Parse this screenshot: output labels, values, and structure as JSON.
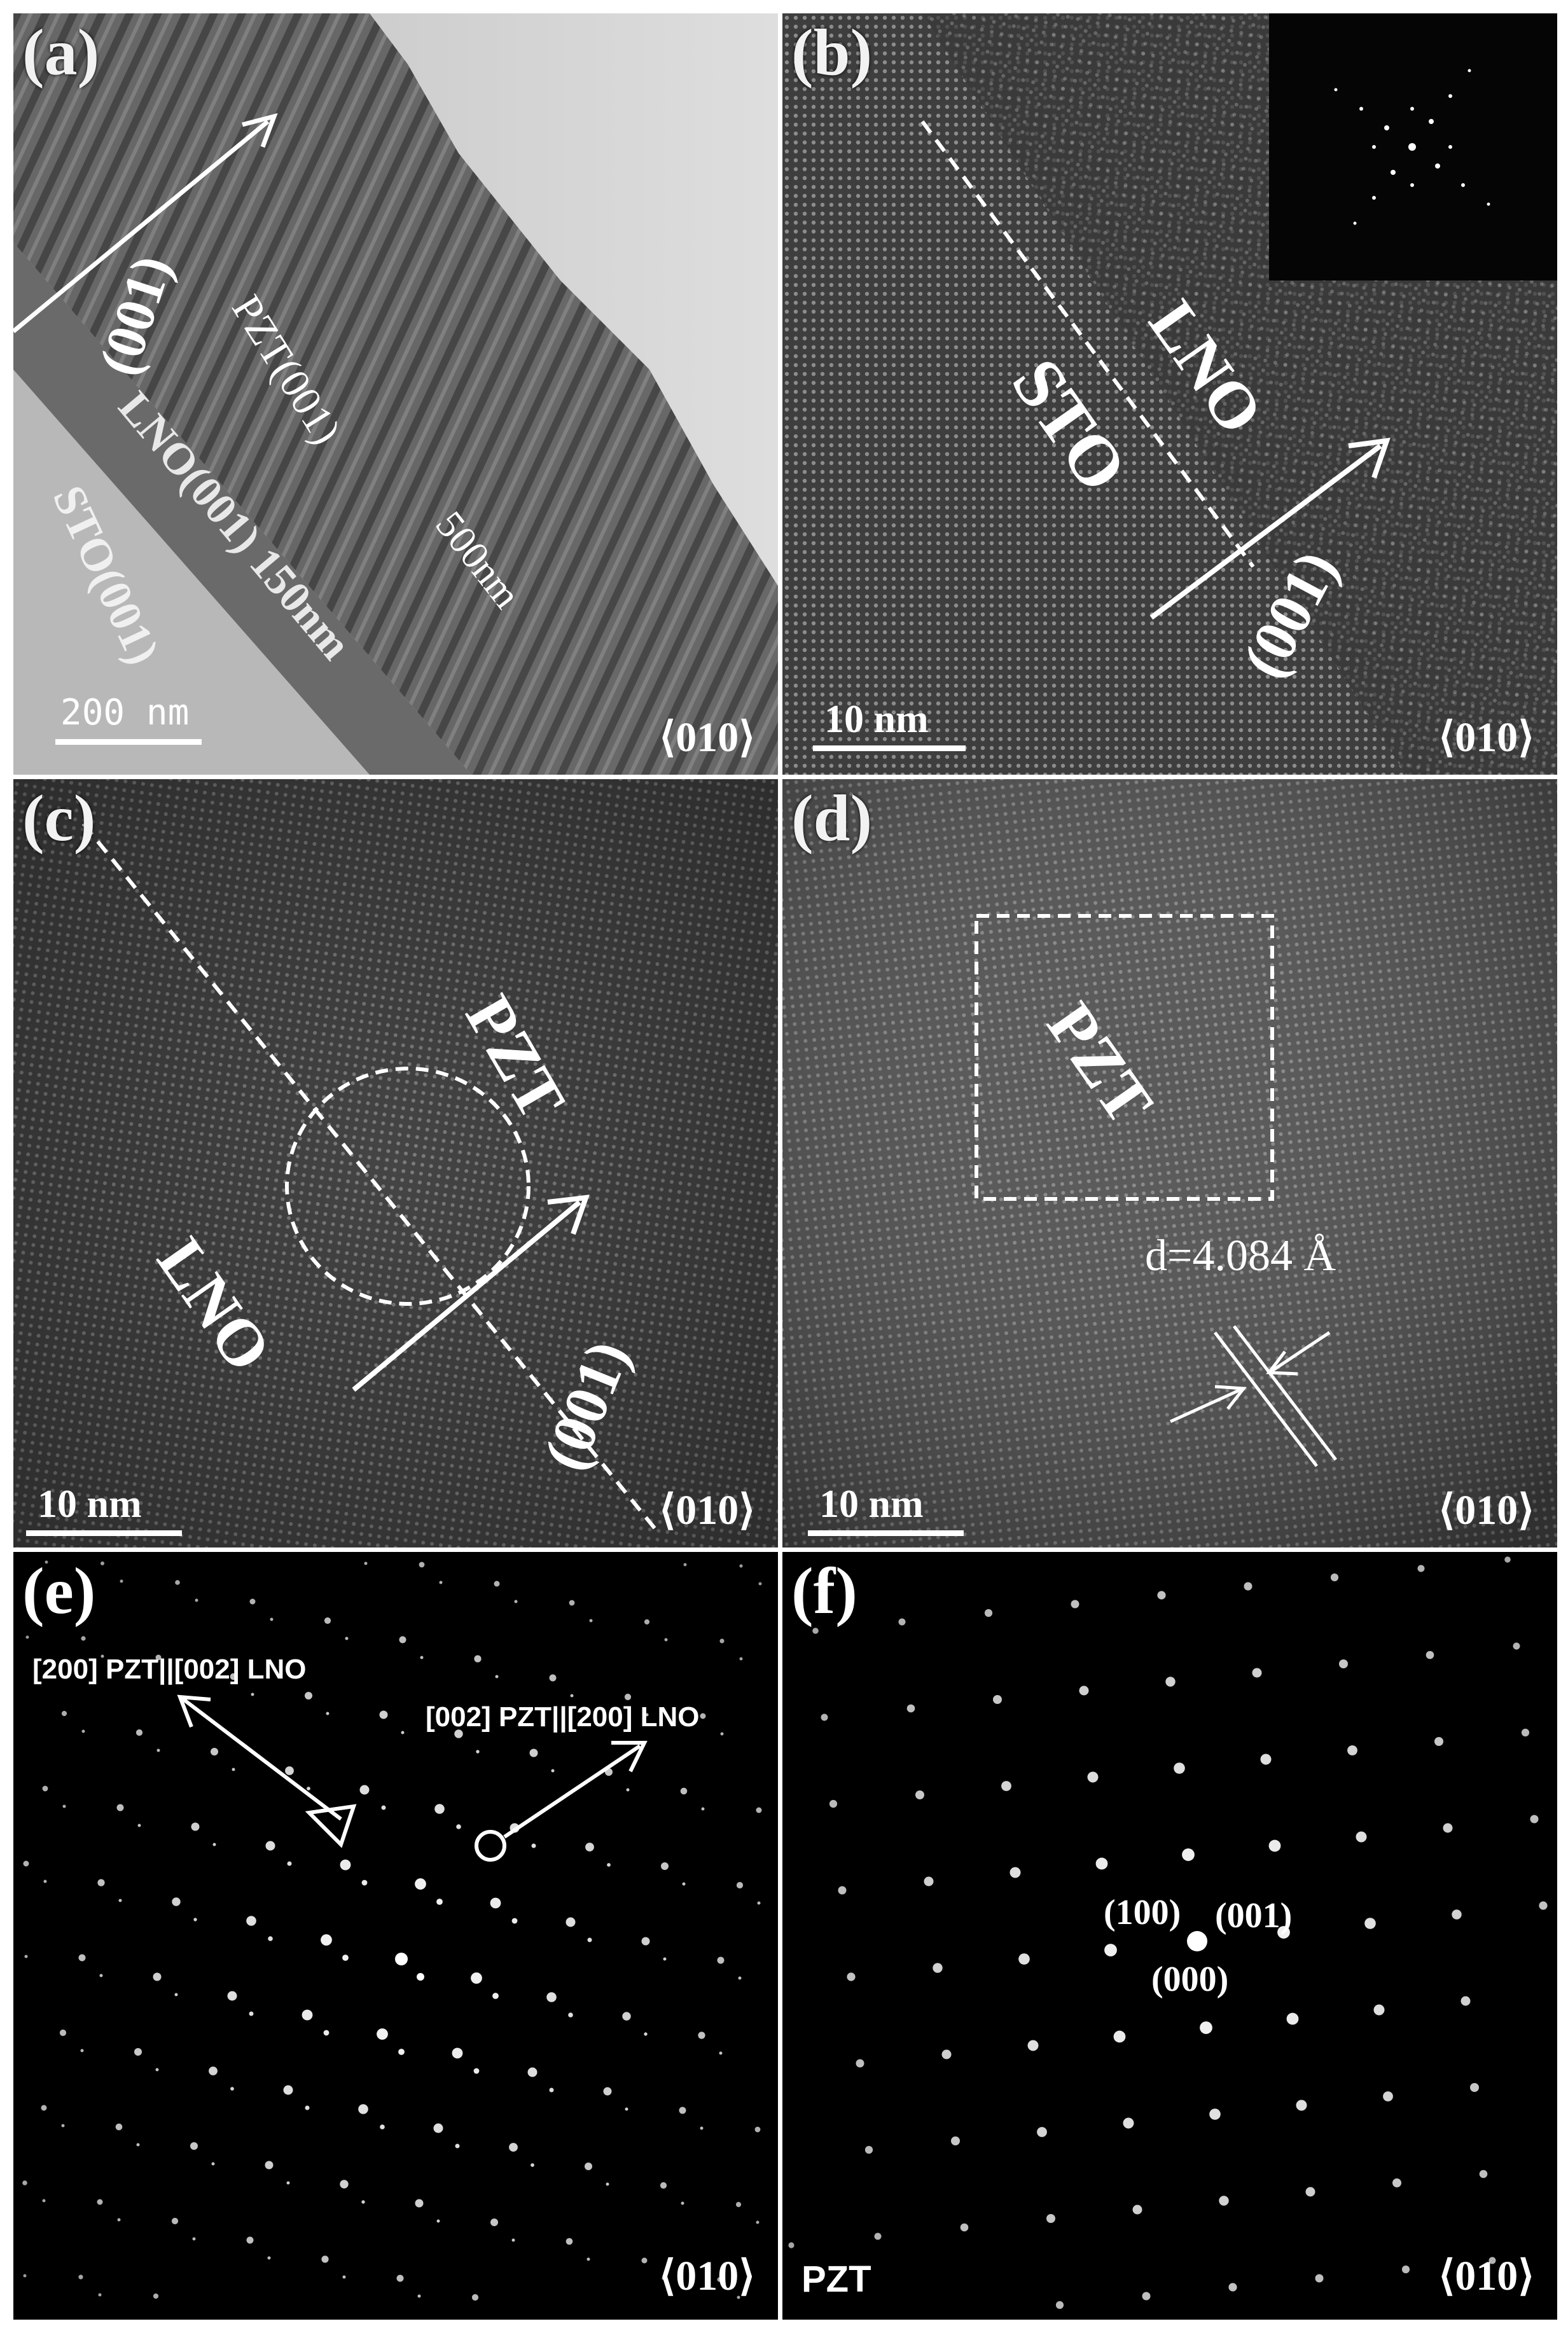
{
  "figure": {
    "panels": [
      {
        "id": "a",
        "label": "(a)",
        "zone_axis": "⟨010⟩",
        "scale_bar": "200 nm",
        "annotations": {
          "direction": "(001)",
          "pzt": "PZT(001)",
          "pzt_thickness": "500nm",
          "lno": "LNO(001) 150nm",
          "sto": "STO(001)"
        }
      },
      {
        "id": "b",
        "label": "(b)",
        "zone_axis": "⟨010⟩",
        "scale_bar": "10 nm",
        "annotations": {
          "lno": "LNO",
          "sto": "STO",
          "direction": "(001)"
        }
      },
      {
        "id": "c",
        "label": "(c)",
        "zone_axis": "⟨010⟩",
        "scale_bar": "10 nm",
        "annotations": {
          "pzt": "PZT",
          "lno": "LNO",
          "direction": "(001)"
        }
      },
      {
        "id": "d",
        "label": "(d)",
        "zone_axis": "⟨010⟩",
        "scale_bar": "10 nm",
        "annotations": {
          "pzt": "PZT",
          "d_spacing": "d=4.084 Å"
        }
      },
      {
        "id": "e",
        "label": "(e)",
        "zone_axis": "⟨010⟩",
        "annotations": {
          "spot1": "[200] PZT||[002] LNO",
          "spot2": "[002] PZT||[200] LNO"
        }
      },
      {
        "id": "f",
        "label": "(f)",
        "zone_axis": "⟨010⟩",
        "annotations": {
          "material": "PZT",
          "idx_100": "(100)",
          "idx_001": "(001)",
          "idx_000": "(000)"
        }
      }
    ]
  }
}
